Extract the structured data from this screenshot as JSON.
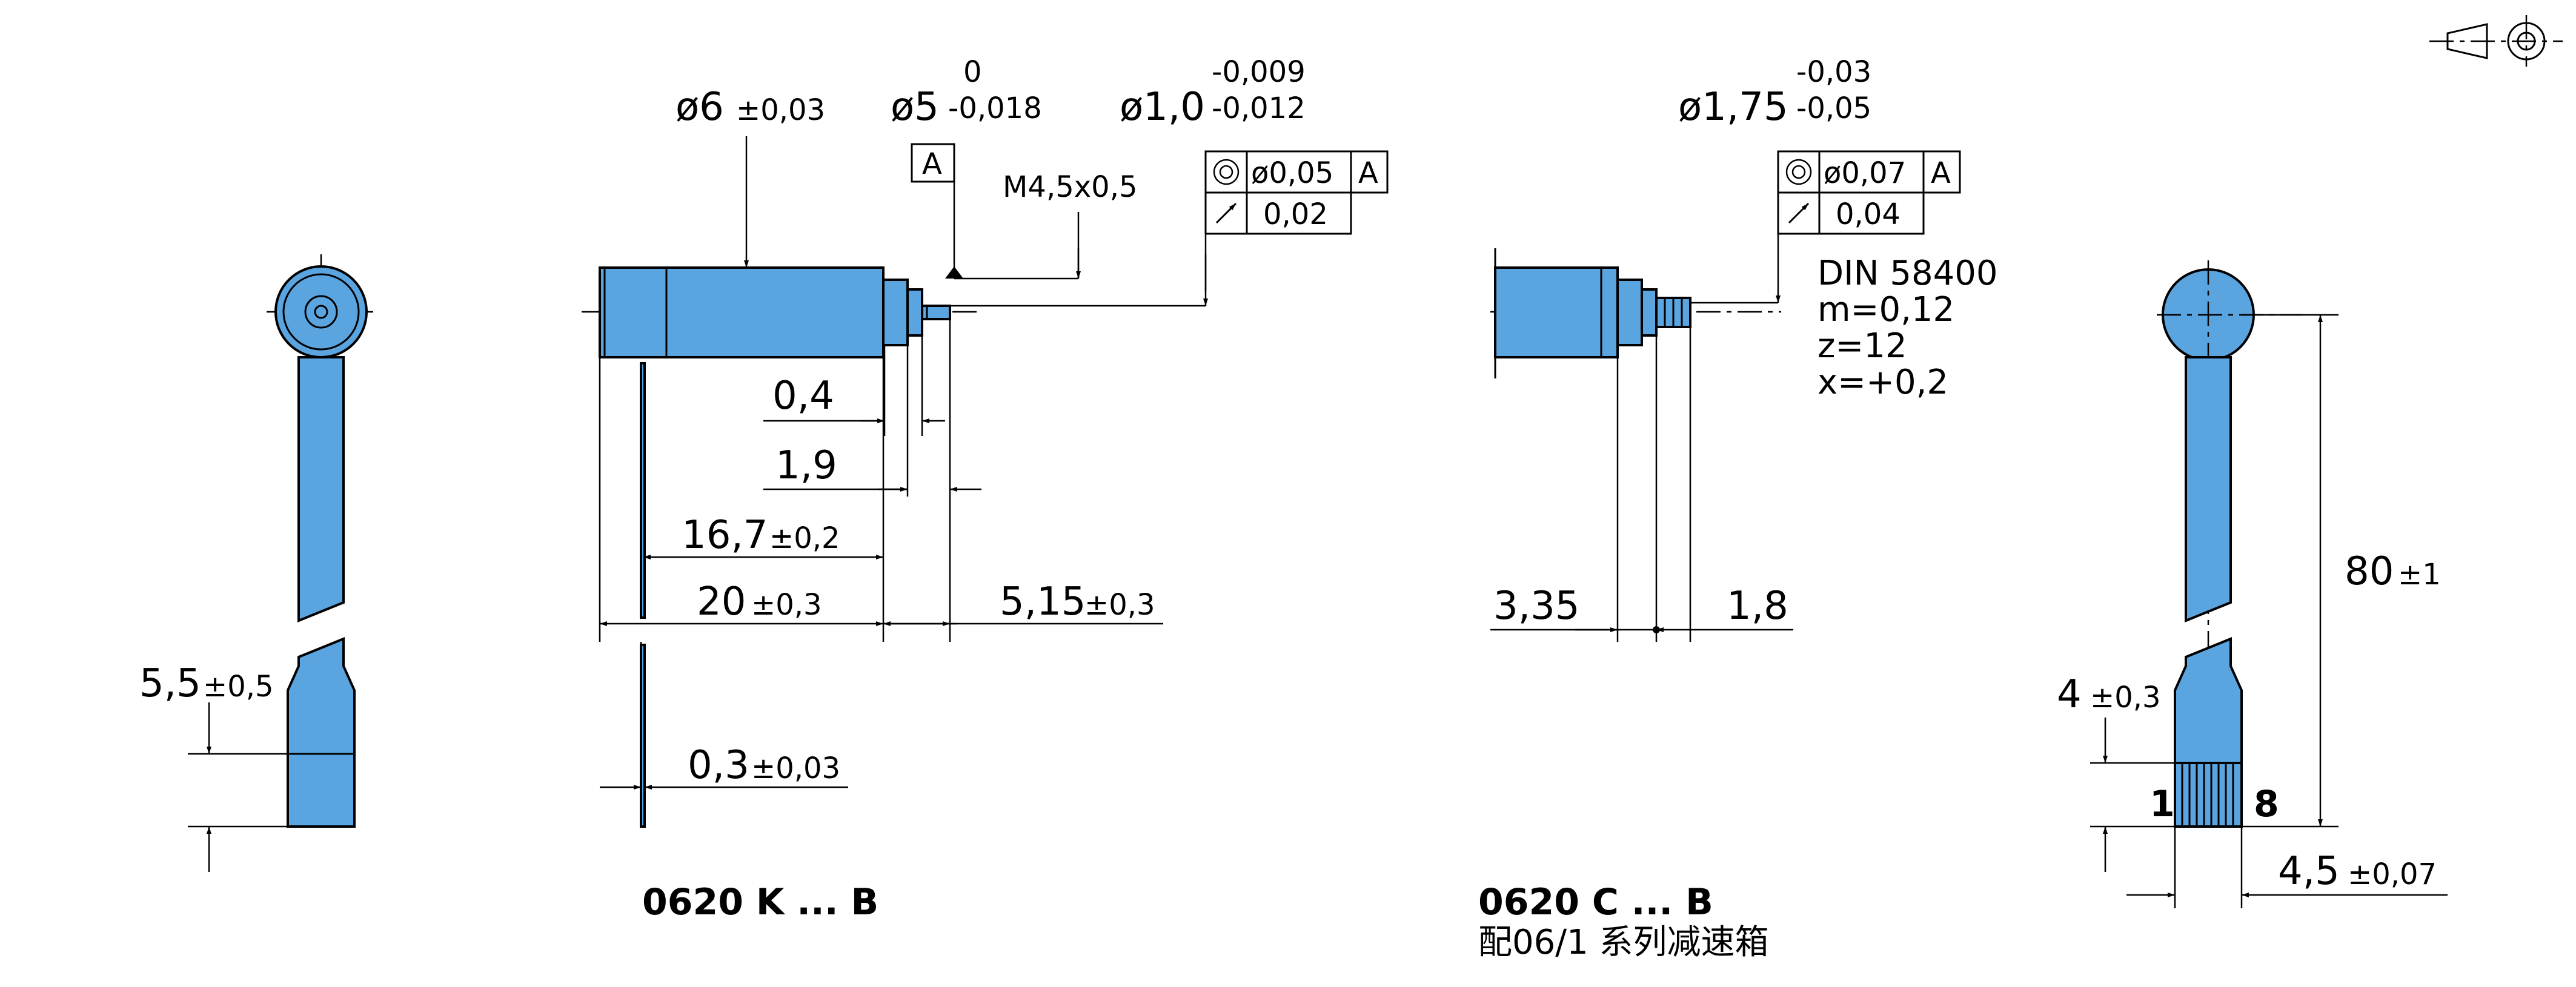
{
  "dims": {
    "d6": "ø6",
    "d6_tol": "±0,03",
    "d5": "ø5",
    "d5_tol_up": "0",
    "d5_tol_lo": "-0,018",
    "d1": "ø1,0",
    "d1_tol_up": "-0,009",
    "d1_tol_lo": "-0,012",
    "datum": "A",
    "thread": "M4,5x0,5",
    "frame1_row1_val": "ø0,05",
    "frame1_row1_ref": "A",
    "frame1_row2_val": "0,02",
    "d175": "ø1,75",
    "d175_tol_up": "-0,03",
    "d175_tol_lo": "-0,05",
    "frame2_row1_val": "ø0,07",
    "frame2_row1_ref": "A",
    "frame2_row2_val": "0,04",
    "gear_line1": "DIN 58400",
    "gear_line2": "m=0,12",
    "gear_line3": "z=12",
    "gear_line4": "x=+0,2",
    "l04": "0,4",
    "l19": "1,9",
    "l167": "16,7",
    "l167_tol": "±0,2",
    "l20": "20",
    "l20_tol": "±0,3",
    "l515": "5,15",
    "l515_tol": "±0,3",
    "t03": "0,3",
    "t03_tol": "±0,03",
    "w55": "5,5",
    "w55_tol": "±0,5",
    "l335": "3,35",
    "l18": "1,8",
    "l80": "80",
    "l80_tol": "±1",
    "w4": "4",
    "w4_tol": "±0,3",
    "w45": "4,5",
    "w45_tol": "±0,07",
    "pin1": "1",
    "pin8": "8"
  },
  "labels": {
    "model_k": "0620 K ... B",
    "model_c": "0620 C ... B",
    "model_c_note": "配06/1 系列减速箱"
  },
  "colors": {
    "part_fill": "#5aa4e0",
    "line": "#000000"
  },
  "icons": {
    "projection": "first-angle-projection-symbol"
  }
}
